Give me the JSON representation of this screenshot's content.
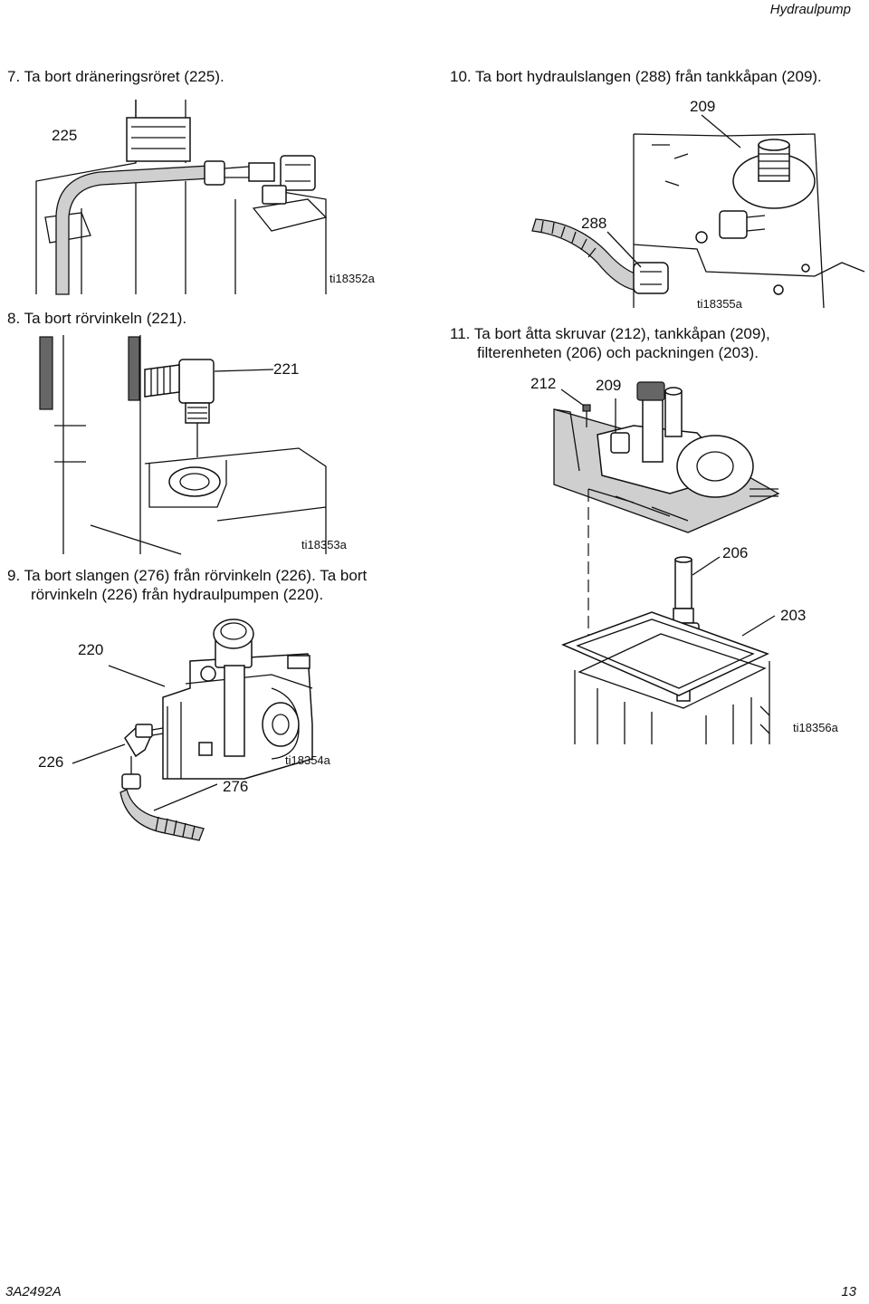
{
  "header": {
    "section_title": "Hydraulpump"
  },
  "steps": [
    {
      "text": "7.  Ta bort dräneringsröret (225)."
    },
    {
      "text": "8.  Ta bort rörvinkeln (221)."
    },
    {
      "line1": "9.  Ta bort slangen (276) från rörvinkeln (226). Ta bort",
      "line2": "rörvinkeln (226) från hydraulpumpen (220)."
    },
    {
      "text": "10. Ta bort hydraulslangen (288) från tankkåpan (209)."
    },
    {
      "line1": "11. Ta bort åtta skruvar (212), tankkåpan (209),",
      "line2": "filterenheten (206) och packningen (203)."
    }
  ],
  "figures": [
    {
      "ref": "ti18352a",
      "callouts": [
        "225"
      ]
    },
    {
      "ref": "ti18353a",
      "callouts": [
        "221"
      ]
    },
    {
      "ref": "ti18354a",
      "callouts": [
        "220",
        "226",
        "276"
      ]
    },
    {
      "ref": "ti18355a",
      "callouts": [
        "209",
        "288"
      ]
    },
    {
      "ref": "ti18356a",
      "callouts": [
        "212",
        "209",
        "206",
        "203"
      ]
    }
  ],
  "footer": {
    "doc_number": "3A2492A",
    "page_number": "13"
  }
}
